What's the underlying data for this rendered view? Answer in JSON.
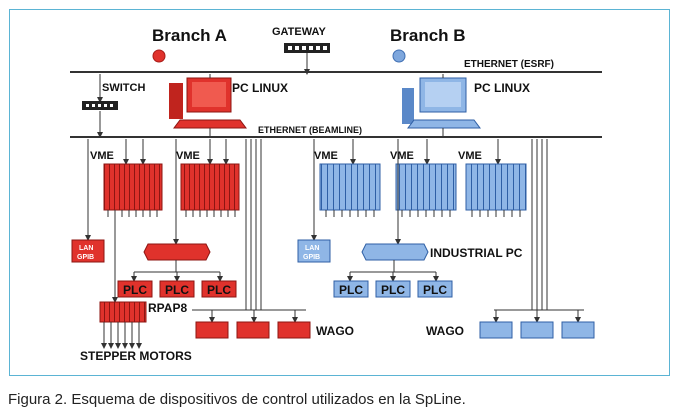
{
  "labels": {
    "branch_a": "Branch A",
    "branch_b": "Branch B",
    "gateway": "GATEWAY",
    "ethernet_esrf": "ETHERNET (ESRF)",
    "switch": "SWITCH",
    "pc_linux_a": "PC LINUX",
    "pc_linux_b": "PC LINUX",
    "ethernet_beamline": "ETHERNET (BEAMLINE)",
    "vme": "VME",
    "lan_gpib_top": "LAN",
    "lan_gpib_bottom": "GPIB",
    "industrial_pc": "INDUSTRIAL PC",
    "plc": "PLC",
    "rpap8": "RPAP8",
    "wago": "WAGO",
    "stepper_motors": "STEPPER MOTORS"
  },
  "caption": "Figura 2. Esquema de dispositivos de control utilizados en la SpLine.",
  "colors": {
    "branch_a": "#e0322c",
    "branch_a_dark": "#a81c18",
    "branch_b": "#7ea7dd",
    "branch_b_dark": "#3f6fb3",
    "line": "#333333",
    "frame": "#5bb4d4"
  }
}
